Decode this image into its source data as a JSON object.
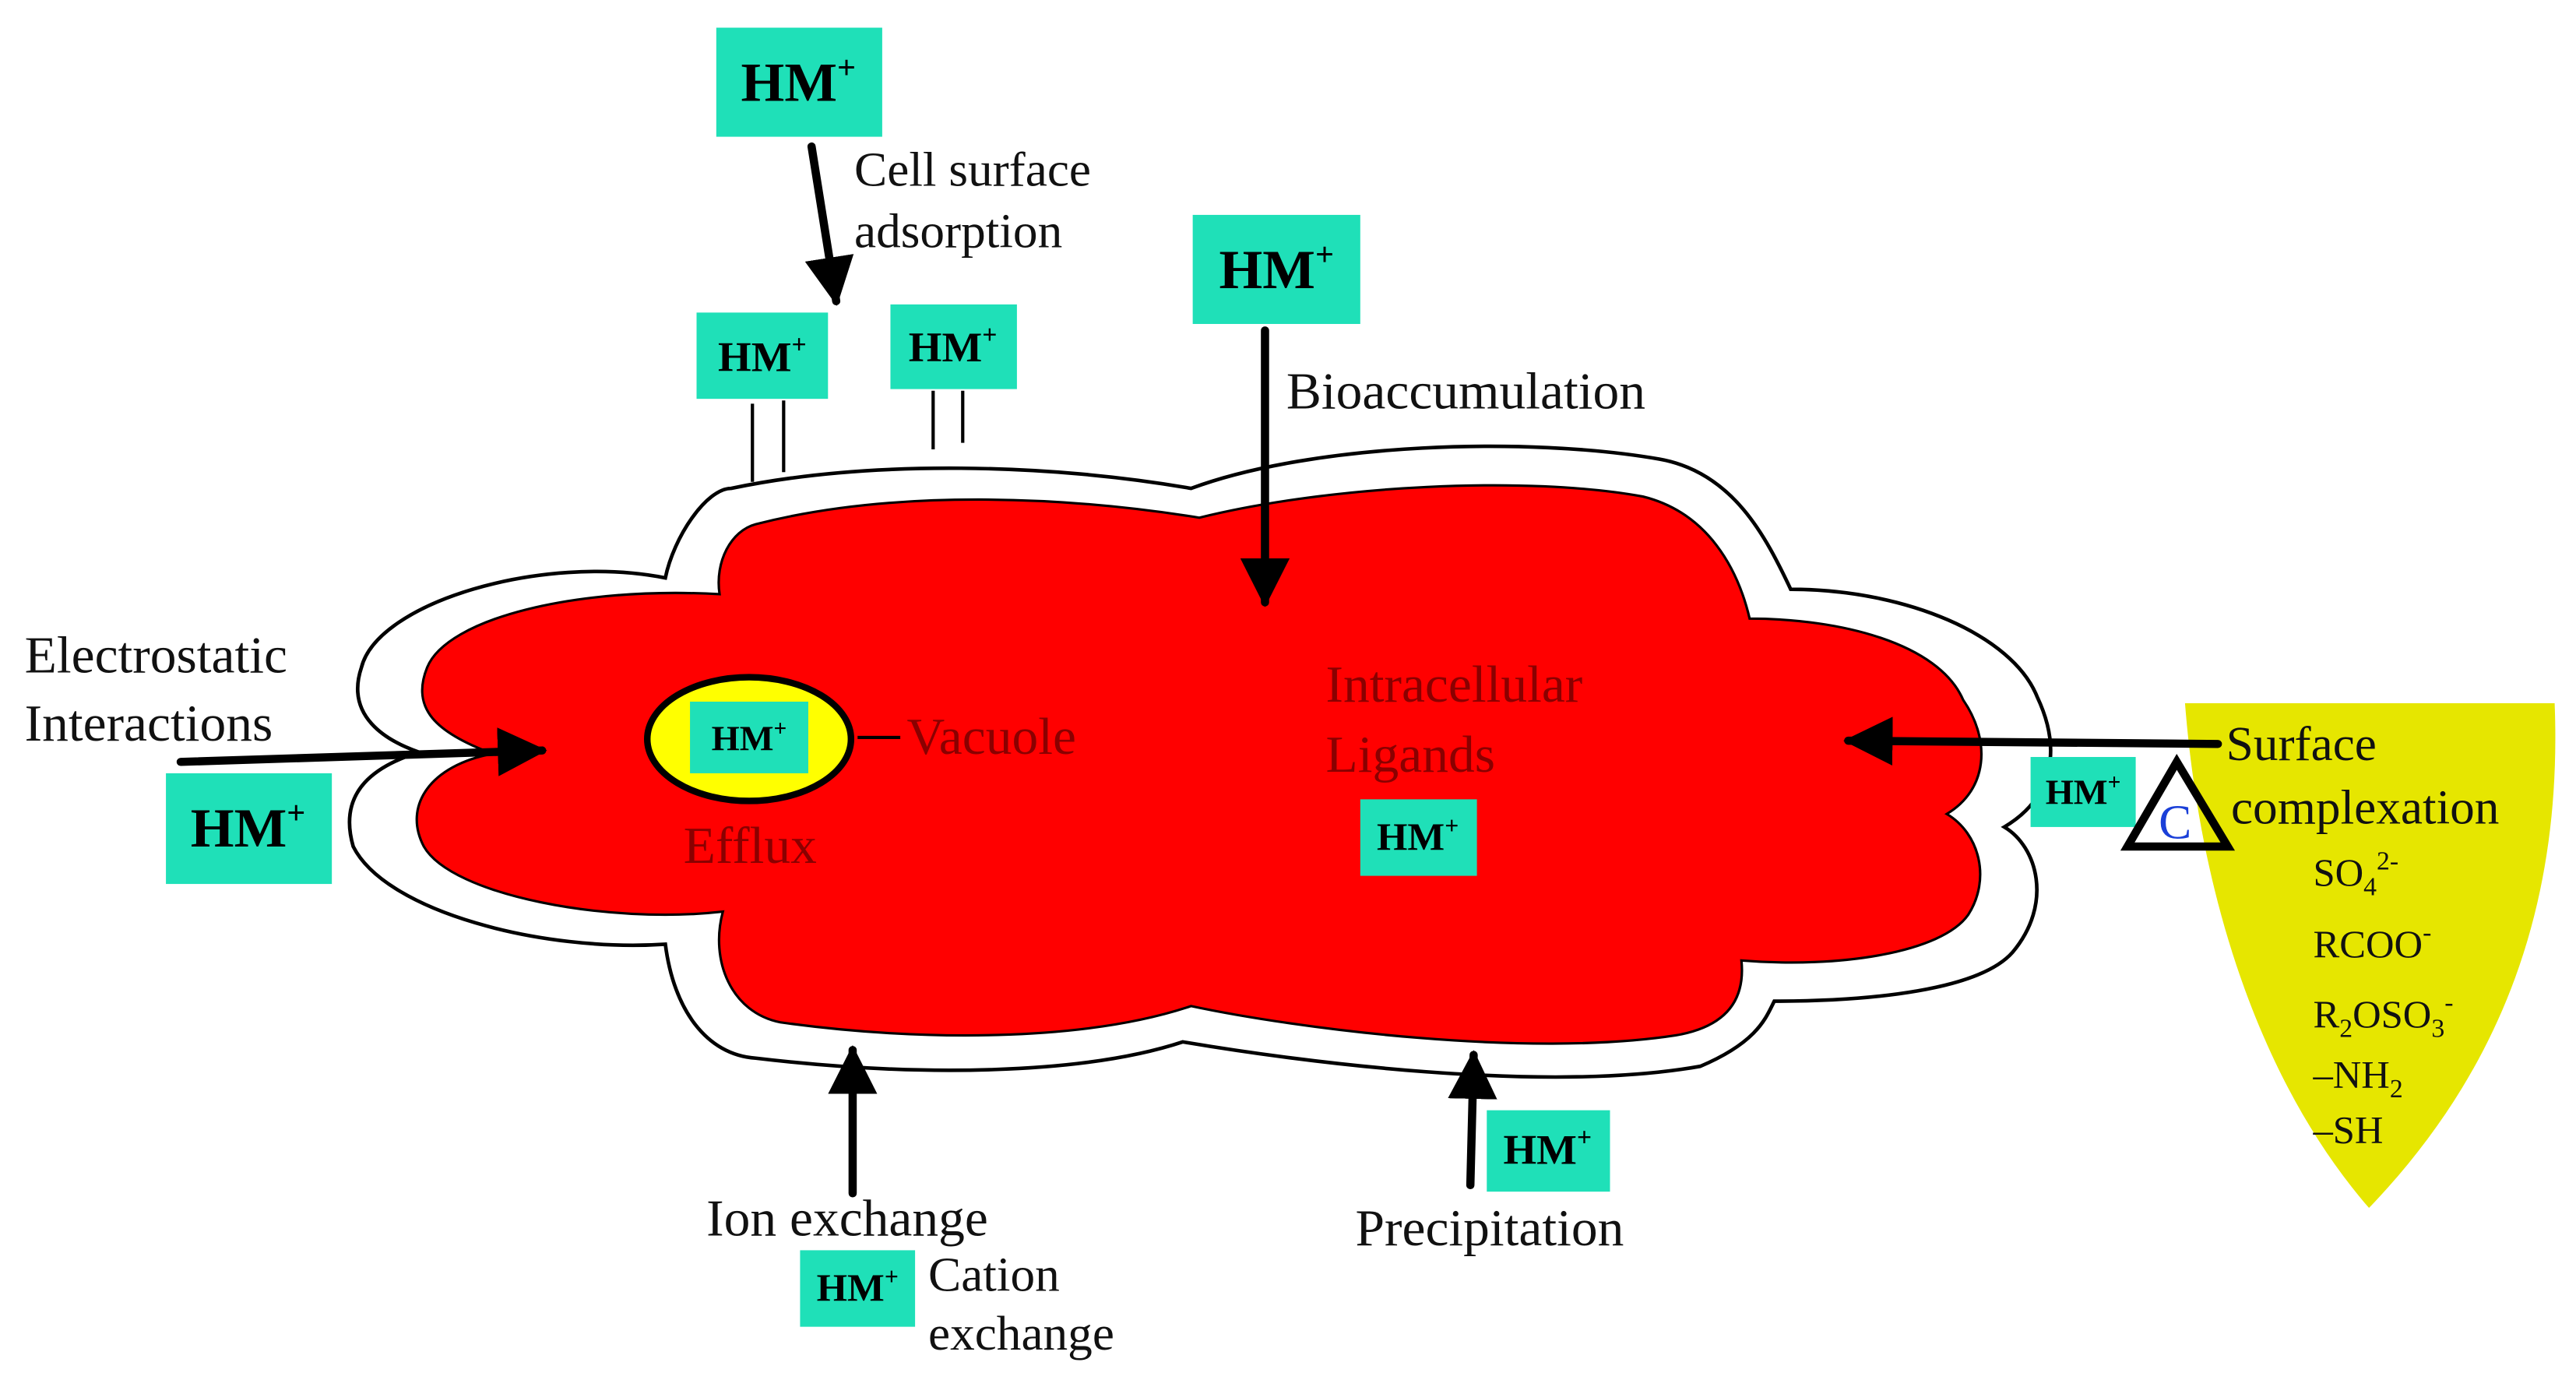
{
  "colors": {
    "cell_fill": "#ff0000",
    "cell_wall": "#ffffff",
    "hm_box": "#1fe0b8",
    "vacuole": "#ffff00",
    "surface_groups_fill": "#e6e600",
    "label_text": "#111111",
    "inner_label_text": "#8a0000",
    "triangle_letter": "#1a3fd8"
  },
  "hm_label": "HM",
  "hm_charge": "+",
  "labels": {
    "cell_surface_adsorption_1": "Cell surface",
    "cell_surface_adsorption_2": "adsorption",
    "bioaccumulation": "Bioaccumulation",
    "electrostatic_1": "Electrostatic",
    "electrostatic_2": "Interactions",
    "vacuole": "Vacuole",
    "efflux": "Efflux",
    "intracellular_1": "Intracellular",
    "intracellular_2": "Ligands",
    "surface_complexation_1": "Surface",
    "surface_complexation_2": "complexation",
    "ion_exchange": "Ion exchange",
    "cation_exchange_1": "Cation",
    "cation_exchange_2": "exchange",
    "precipitation": "Precipitation",
    "triangle_letter": "C"
  },
  "surface_groups": {
    "so4": {
      "base": "SO",
      "sub": "4",
      "sup": "2-"
    },
    "rcoo": {
      "base": "RCOO",
      "sup": "-"
    },
    "r2oso3": {
      "r": "R",
      "r_sub": "2",
      "base": "OSO",
      "sub": "3",
      "sup": "-"
    },
    "nh2": {
      "base": "–NH",
      "sub": "2"
    },
    "sh": {
      "base": "–SH"
    }
  }
}
